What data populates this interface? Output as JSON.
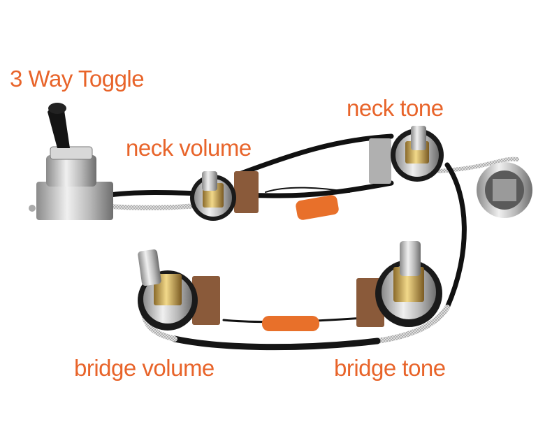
{
  "image": {
    "description": "Guitar wiring harness with 3-way toggle switch, four potentiometers, two orange capacitors and an output jack",
    "label_color": "#e8642a",
    "background": "#ffffff"
  },
  "labels": {
    "toggle": "3 Way Toggle",
    "neck_volume": "neck volume",
    "neck_tone": "neck tone",
    "bridge_volume": "bridge volume",
    "bridge_tone": "bridge tone"
  },
  "components": [
    {
      "name": "3-way toggle switch",
      "color": "#1a1a1a"
    },
    {
      "name": "neck volume pot"
    },
    {
      "name": "neck tone pot"
    },
    {
      "name": "bridge volume pot"
    },
    {
      "name": "bridge tone pot"
    },
    {
      "name": "output jack"
    },
    {
      "name": "neck tone capacitor",
      "color": "#e8702a"
    },
    {
      "name": "bridge tone capacitor",
      "color": "#e8702a"
    }
  ]
}
